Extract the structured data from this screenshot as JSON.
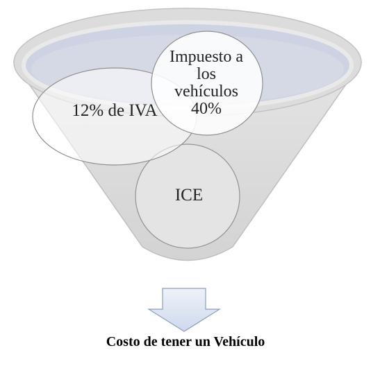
{
  "diagram": {
    "circles": [
      {
        "label": "12% de IVA"
      },
      {
        "label": "Impuesto a\nlos\nvehículos\n40%"
      },
      {
        "label": "ICE"
      }
    ],
    "arrow_icon": "down-arrow-icon",
    "caption": "Costo de tener un Vehículo"
  },
  "colors": {
    "funnel_fill": "#d9d9d9",
    "funnel_stroke": "#bfbfbf",
    "funnel_inner_band": "#cfd4e4",
    "circle_fill": "#ffffff",
    "circle_ice_fill": "#e6e6e6",
    "arrow_fill": "#dde5f2",
    "arrow_stroke": "#8a9cbf"
  }
}
